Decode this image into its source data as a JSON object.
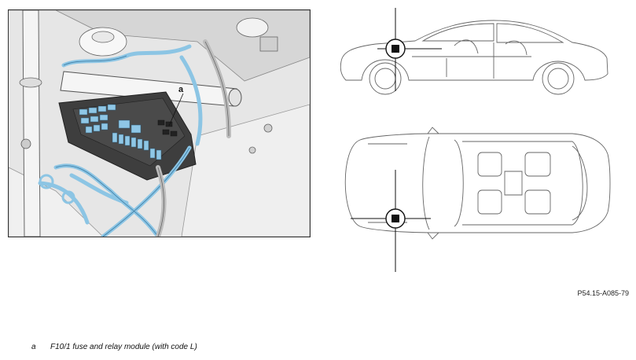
{
  "diagram": {
    "callout_letter": "a",
    "reference_code": "P54.15-A085-79",
    "legend": [
      {
        "key": "a",
        "text": "F10/1 fuse and relay module (with code L)"
      }
    ]
  }
}
